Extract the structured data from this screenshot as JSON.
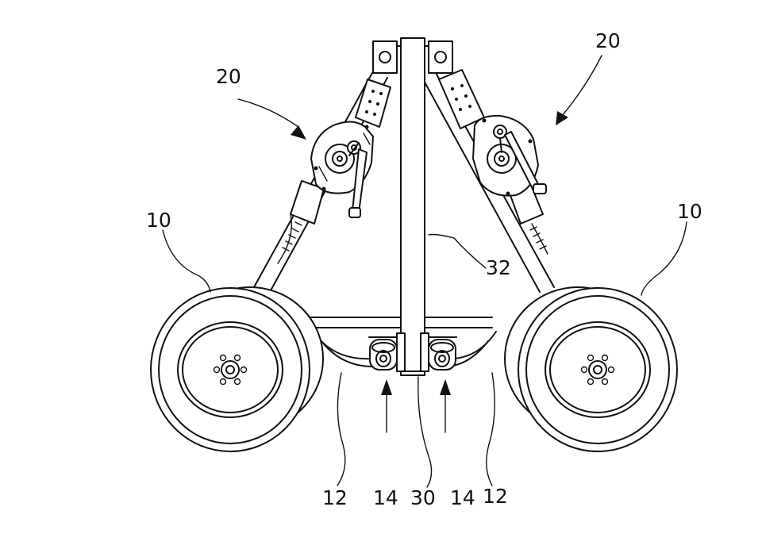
{
  "labels": {
    "wheel_left": "10",
    "wheel_right": "10",
    "arm_left": "20",
    "arm_right": "20",
    "mast": "32",
    "axle_left": "12",
    "axle_right": "12",
    "roller_left": "14",
    "roller_right": "14",
    "center": "30"
  },
  "colors": {
    "line": "#111111",
    "background": "#ffffff"
  }
}
